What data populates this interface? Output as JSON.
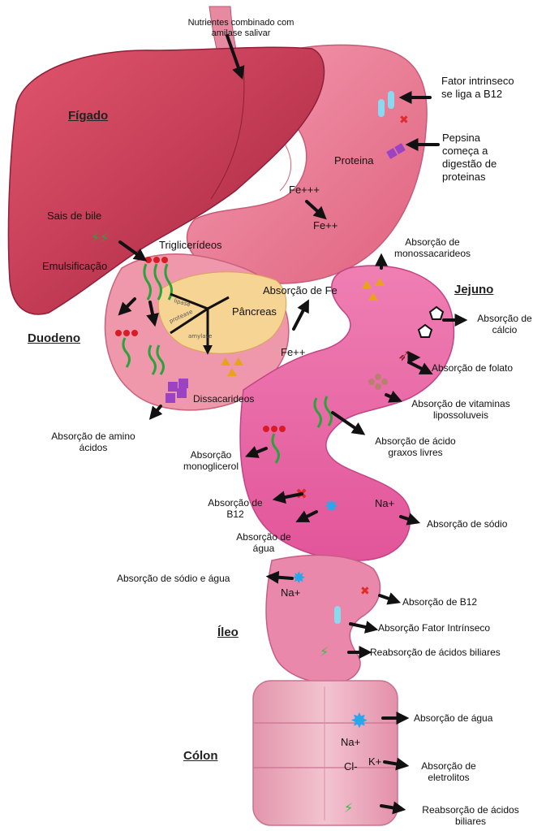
{
  "organs": {
    "liver": "Fígado",
    "duodenum": "Duodeno",
    "jejunum": "Jejuno",
    "ileum": "Íleo",
    "colon": "Cólon"
  },
  "labels": {
    "esophagus_l1": "Nutrientes combinado com",
    "esophagus_l2": "amilase salivar",
    "intrinsic_l1": "Fator intrinseco",
    "intrinsic_l2": "se liga a B12",
    "protein": "Proteina",
    "pepsin_l1": "Pepsina",
    "pepsin_l2": "começa a",
    "pepsin_l3": "digestão de",
    "pepsin_l4": "proteinas",
    "bile_salts": "Sais de bile",
    "emulsification": "Emulsificação",
    "triglycerides": "Triglicerídeos",
    "mono_abs_l1": "Absorção de",
    "mono_abs_l2": "monossacarideos",
    "iron_abs": "Absorção de Fe",
    "pancreas": "Pâncreas",
    "calcium_l1": "Absorção de",
    "calcium_l2": "cálcio",
    "folate": "Absorção de folato",
    "disaccharides": "Dissacarideos",
    "vitamins_l1": "Absorção de vitaminas",
    "vitamins_l2": "lipossoluveis",
    "amino_l1": "Absorção de amino",
    "amino_l2": "ácidos",
    "fatty_l1": "Absorção de ácido",
    "fatty_l2": "graxos livres",
    "monoglyc_l1": "Absorção",
    "monoglyc_l2": "monoglicerol",
    "b12_l1": "Absorção de",
    "b12_l2": "B12",
    "sodium": "Absorção de sódio",
    "water_l1": "Absorção de",
    "water_l2": "água",
    "sodium_water": "Absorção de sódio e água",
    "ileum_b12": "Absorção de B12",
    "ileum_intrinsic": "Absorção Fator Intrínseco",
    "ileum_bile": "Reabsorção de ácidos biliares",
    "colon_water": "Absorção de água",
    "electrolytes_l1": "Absorção de",
    "electrolytes_l2": "eletrolitos",
    "colon_bile_l1": "Reabsorção de ácidos",
    "colon_bile_l2": "biliares"
  },
  "ions": {
    "fe3": "Fe+++",
    "fe2_stomach": "Fe++",
    "fe2_duodenum": "Fe++",
    "na_jejunum": "Na+",
    "na_ileum": "Na+",
    "na_colon": "Na+",
    "cl_colon": "Cl-",
    "k_colon": "K+"
  },
  "enzyme_labels": {
    "lipase": "lipase",
    "protease": "protease",
    "amylase": "amylase"
  },
  "colors": {
    "liver": "#c93a55",
    "stomach": "#eb7f9c",
    "duodenum": "#ee93a8",
    "jejunum": "#e96ba6",
    "ileum": "#e984aa",
    "colon": "#e7a2b6",
    "pancreas": "#f5cf8c",
    "fat_red": "#d81b24",
    "fat_green": "#2ba23a",
    "protein_purple": "#9a44c4",
    "sugar_yellow": "#e8a31b",
    "water_blue": "#2aa7ec",
    "b12_red": "#e02b2b",
    "intrinsic_cyan": "#8ad9ee",
    "bile_green": "#34c04a",
    "arrow": "#111111"
  }
}
